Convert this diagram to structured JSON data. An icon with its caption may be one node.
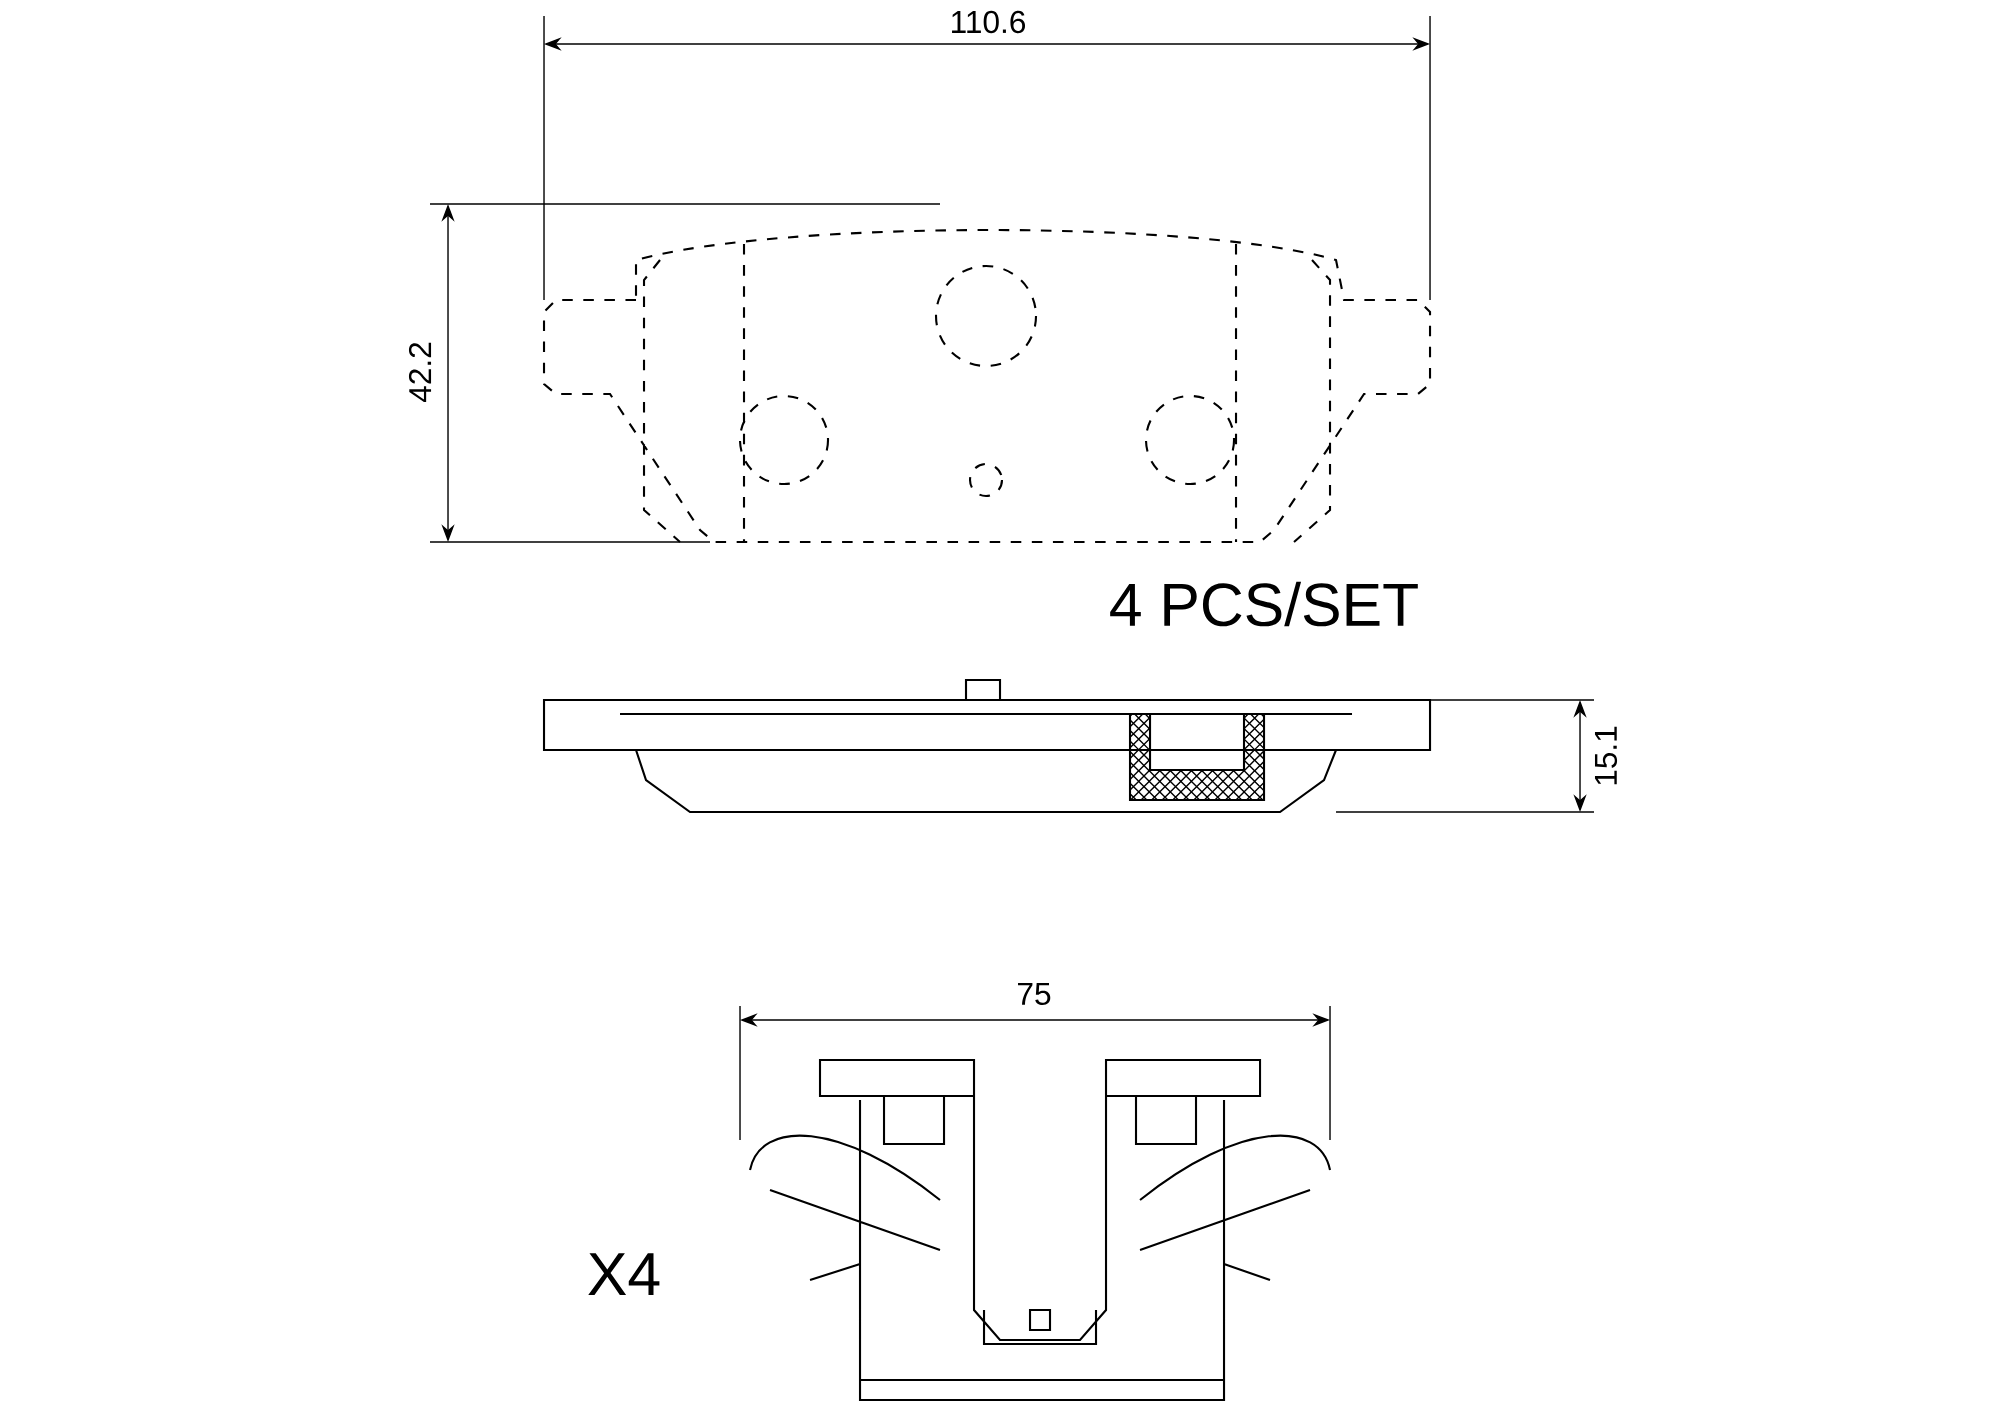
{
  "diagram": {
    "labels": [
      "110.6",
      "42.2",
      "4 PCS/SET",
      "15.1",
      "75",
      "X4"
    ]
  }
}
